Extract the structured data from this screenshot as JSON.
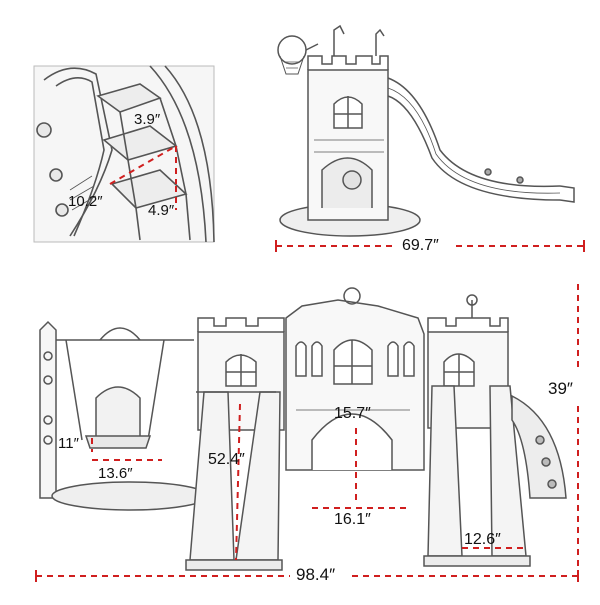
{
  "colors": {
    "dimension": "#d01f1f",
    "sketch": "#555555",
    "sketch_fill": "#f4f4f4",
    "text": "#111111"
  },
  "inset_steps": {
    "step_height": "3.9″",
    "step_depth": "10.2″",
    "riser": "4.9″"
  },
  "tower_view": {
    "overall_length": "69.7″"
  },
  "main_view": {
    "swing_seat_height": "11″",
    "swing_seat_width": "13.6″",
    "slide_length": "52.4″",
    "arch_height": "15.7″",
    "arch_width": "16.1″",
    "slide_width": "12.6″",
    "overall_height": "39″",
    "overall_length": "98.4″"
  }
}
